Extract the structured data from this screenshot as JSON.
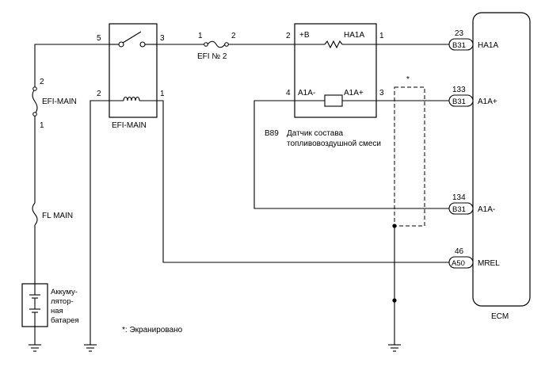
{
  "components": {
    "efi_relay": {
      "label": "EFI-MAIN",
      "pins": [
        "5",
        "3",
        "2",
        "1"
      ]
    },
    "efi_main_fuse": {
      "label": "EFI-MAIN",
      "pins": [
        "2",
        "1"
      ]
    },
    "fl_main_fuse": {
      "label": "FL MAIN"
    },
    "efi2_fuse": {
      "label": "EFI № 2",
      "pins": [
        "1",
        "2"
      ]
    },
    "battery": {
      "line1": "Аккуму-",
      "line2": "лятор-",
      "line3": "ная",
      "line4": "батарея"
    },
    "sensor": {
      "code": "B89",
      "name_line1": "Датчик состава",
      "name_line2": "топливовоздушной смеси",
      "plus_b": "+B",
      "ha1a": "HA1A",
      "a1a_minus": "A1A-",
      "a1a_plus": "A1A+",
      "pins": [
        "2",
        "1",
        "4",
        "3"
      ]
    },
    "ecm": {
      "label": "ECM",
      "terminals": [
        {
          "pin": "23",
          "connector": "B31",
          "name": "HA1A"
        },
        {
          "pin": "133",
          "connector": "B31",
          "name": "A1A+"
        },
        {
          "pin": "134",
          "connector": "B31",
          "name": "A1A-"
        },
        {
          "pin": "46",
          "connector": "A50",
          "name": "MREL"
        }
      ]
    }
  },
  "shield": {
    "star": "*",
    "footnote": "*: Экранировано"
  },
  "colors": {
    "line": "#000000",
    "background": "#ffffff"
  }
}
